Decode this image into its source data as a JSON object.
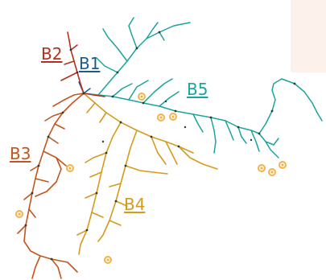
{
  "diagram": {
    "branches": [
      {
        "id": "b2",
        "label": "B2",
        "color": "#b5301c"
      },
      {
        "id": "b1",
        "label": "B1",
        "color": "#1d5a8c"
      },
      {
        "id": "b5",
        "label": "B5",
        "color": "#1aa59a"
      },
      {
        "id": "b3",
        "label": "B3",
        "color": "#c2561e"
      },
      {
        "id": "b4",
        "label": "B4",
        "color": "#d69a1c"
      }
    ],
    "marker_color": "#f3b24a",
    "node_color": "#2d3a3a"
  }
}
